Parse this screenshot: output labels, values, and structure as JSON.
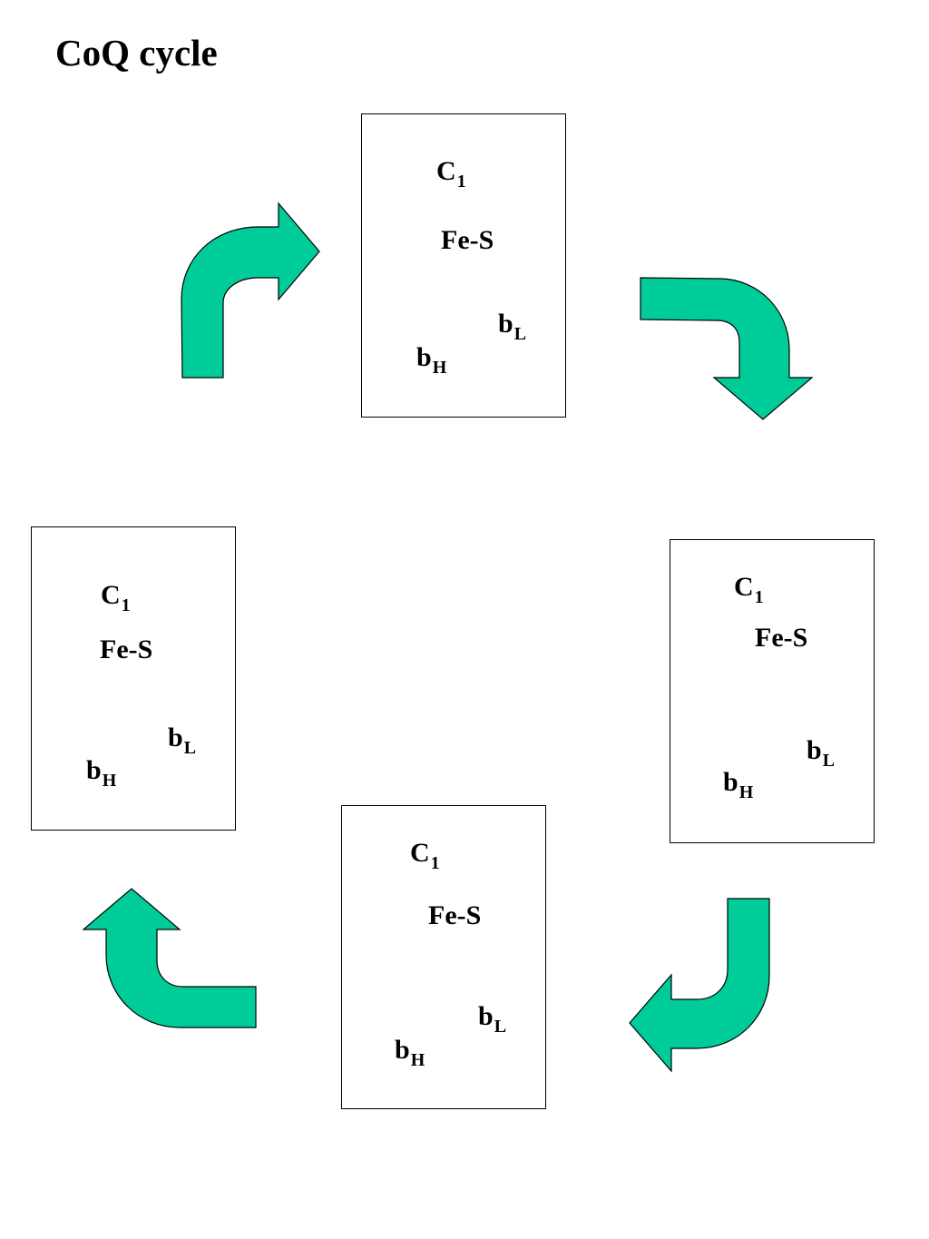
{
  "title": "CoQ cycle",
  "colors": {
    "arrow_fill": "#00CC99",
    "stroke": "#000000"
  },
  "complexes": [
    {
      "c_main": "C",
      "c_sub": "1",
      "fes": "Fe-S",
      "bl_main": "b",
      "bl_sub": "L",
      "bh_main": "b",
      "bh_sub": "H"
    },
    {
      "c_main": "C",
      "c_sub": "1",
      "fes": "Fe-S",
      "bl_main": "b",
      "bl_sub": "L",
      "bh_main": "b",
      "bh_sub": "H"
    },
    {
      "c_main": "C",
      "c_sub": "1",
      "fes": "Fe-S",
      "bl_main": "b",
      "bl_sub": "L",
      "bh_main": "b",
      "bh_sub": "H"
    },
    {
      "c_main": "C",
      "c_sub": "1",
      "fes": "Fe-S",
      "bl_main": "b",
      "bl_sub": "L",
      "bh_main": "b",
      "bh_sub": "H"
    }
  ]
}
